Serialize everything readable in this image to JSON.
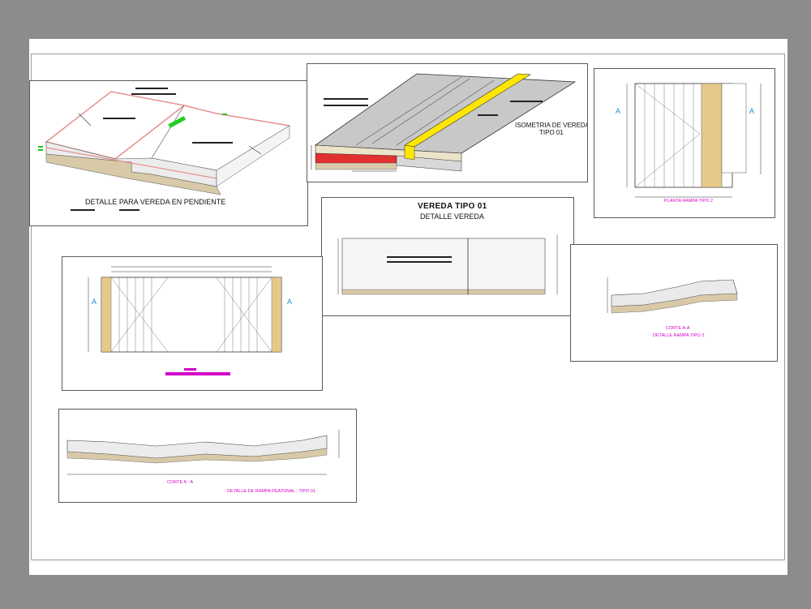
{
  "colors": {
    "background": "#8c8c8c",
    "sheet": "#ffffff",
    "accent_magenta": "#d400c8",
    "accent_yellow": "#ffe600",
    "accent_green": "#22cc22",
    "accent_red": "#e02020",
    "pink_edge": "#e89090",
    "cyan_marker": "#1a8fd0"
  },
  "details": {
    "pendiente": {
      "title": "DETALLE PARA VEREDA EN PENDIENTE"
    },
    "isometria": {
      "title_line1": "ISOMETRIA DE VEREDA",
      "title_line2": "TIPO 01"
    },
    "rampa2_planta": {
      "title": "PLANTA RAMPA TIPO 2",
      "marker_left": "A",
      "marker_right": "A"
    },
    "vereda_tipo01": {
      "title": "VEREDA TIPO 01",
      "subtitle": "DETALLE VEREDA"
    },
    "rampa_planta01": {
      "marker_left": "A",
      "marker_right": "A"
    },
    "rampa2_corte": {
      "cut_label": "CORTE A-A",
      "title": "DETALLE RAMPA TIPO 2"
    },
    "rampa_peatonal": {
      "cut_label": "CORTE A - A",
      "title": "DETALLE DE RAMPA PEATONAL - TIPO 01"
    }
  }
}
